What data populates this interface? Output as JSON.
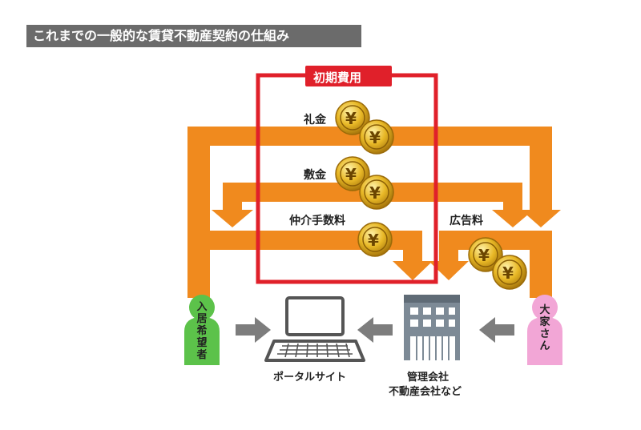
{
  "title": "これまでの一般的な賃貸不動産契約の仕組み",
  "initial_cost_label": "初期費用",
  "fees": {
    "reikin": "礼金",
    "shikikin": "敷金",
    "chukai": "仲介手数料",
    "kokoku": "広告料"
  },
  "yen_symbol": "¥",
  "actors": {
    "applicant": [
      "入",
      "居",
      "希",
      "望",
      "者"
    ],
    "portal": "ポータルサイト",
    "agency_line1": "管理会社",
    "agency_line2": "不動産会社など",
    "landlord": [
      "大",
      "家",
      "さ",
      "ん"
    ]
  },
  "colors": {
    "orange": "#f08a1e",
    "red": "#e0202a",
    "green": "#5cc24a",
    "pink": "#f2a6d6",
    "gray_arrow": "#7d7d7d",
    "gold": "#d4a017",
    "title_bg": "#6b6b6b"
  }
}
